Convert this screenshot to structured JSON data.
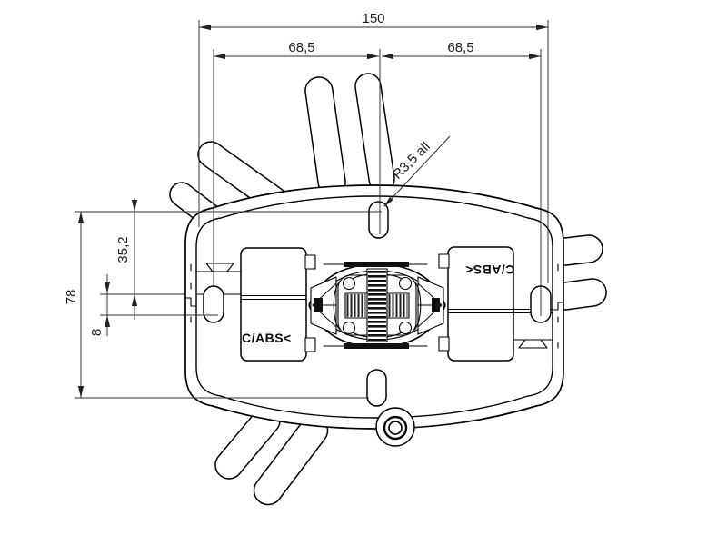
{
  "drawing": {
    "background_color": "#ffffff",
    "part_line_color": "#000000",
    "dimension_line_color": "#2e2e2e",
    "dimensions": {
      "overall_width": "150",
      "left_slot_spacing": "68,5",
      "right_slot_spacing": "68,5",
      "overall_height": "78",
      "top_to_parting_line": "35,2",
      "parting_line_offset": "8",
      "slot_radius_note": "R3,5 all"
    },
    "markings": {
      "material_left": "C/ABS<",
      "material_right_mirrored": "C/ABS<"
    }
  }
}
